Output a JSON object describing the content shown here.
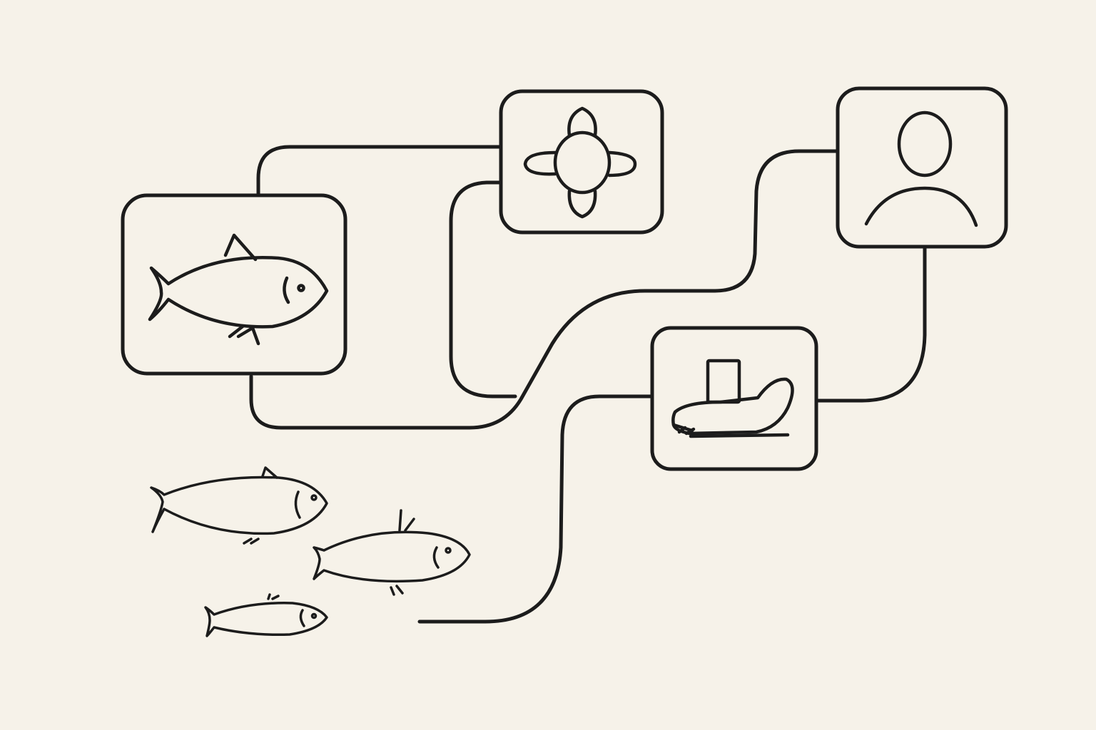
{
  "colors": {
    "background": "#f6f2e9",
    "ink": "#1c1c1c"
  },
  "nodes": [
    {
      "id": "fish-node",
      "icon": "fish-icon"
    },
    {
      "id": "turtle-node",
      "icon": "turtle-icon"
    },
    {
      "id": "person-node",
      "icon": "person-icon"
    },
    {
      "id": "boat-node",
      "icon": "boat-icon"
    }
  ],
  "connections": [
    {
      "from": "fish-node",
      "to": "turtle-node"
    },
    {
      "from": "fish-node",
      "to": "person-node"
    },
    {
      "from": "turtle-node",
      "to": "boat-node"
    },
    {
      "from": "person-node",
      "to": "boat-node"
    },
    {
      "from": "boat-node",
      "to": "fish-school"
    }
  ],
  "decorations": [
    {
      "id": "fish-school",
      "icon": "fish-icon",
      "count": 3
    }
  ]
}
